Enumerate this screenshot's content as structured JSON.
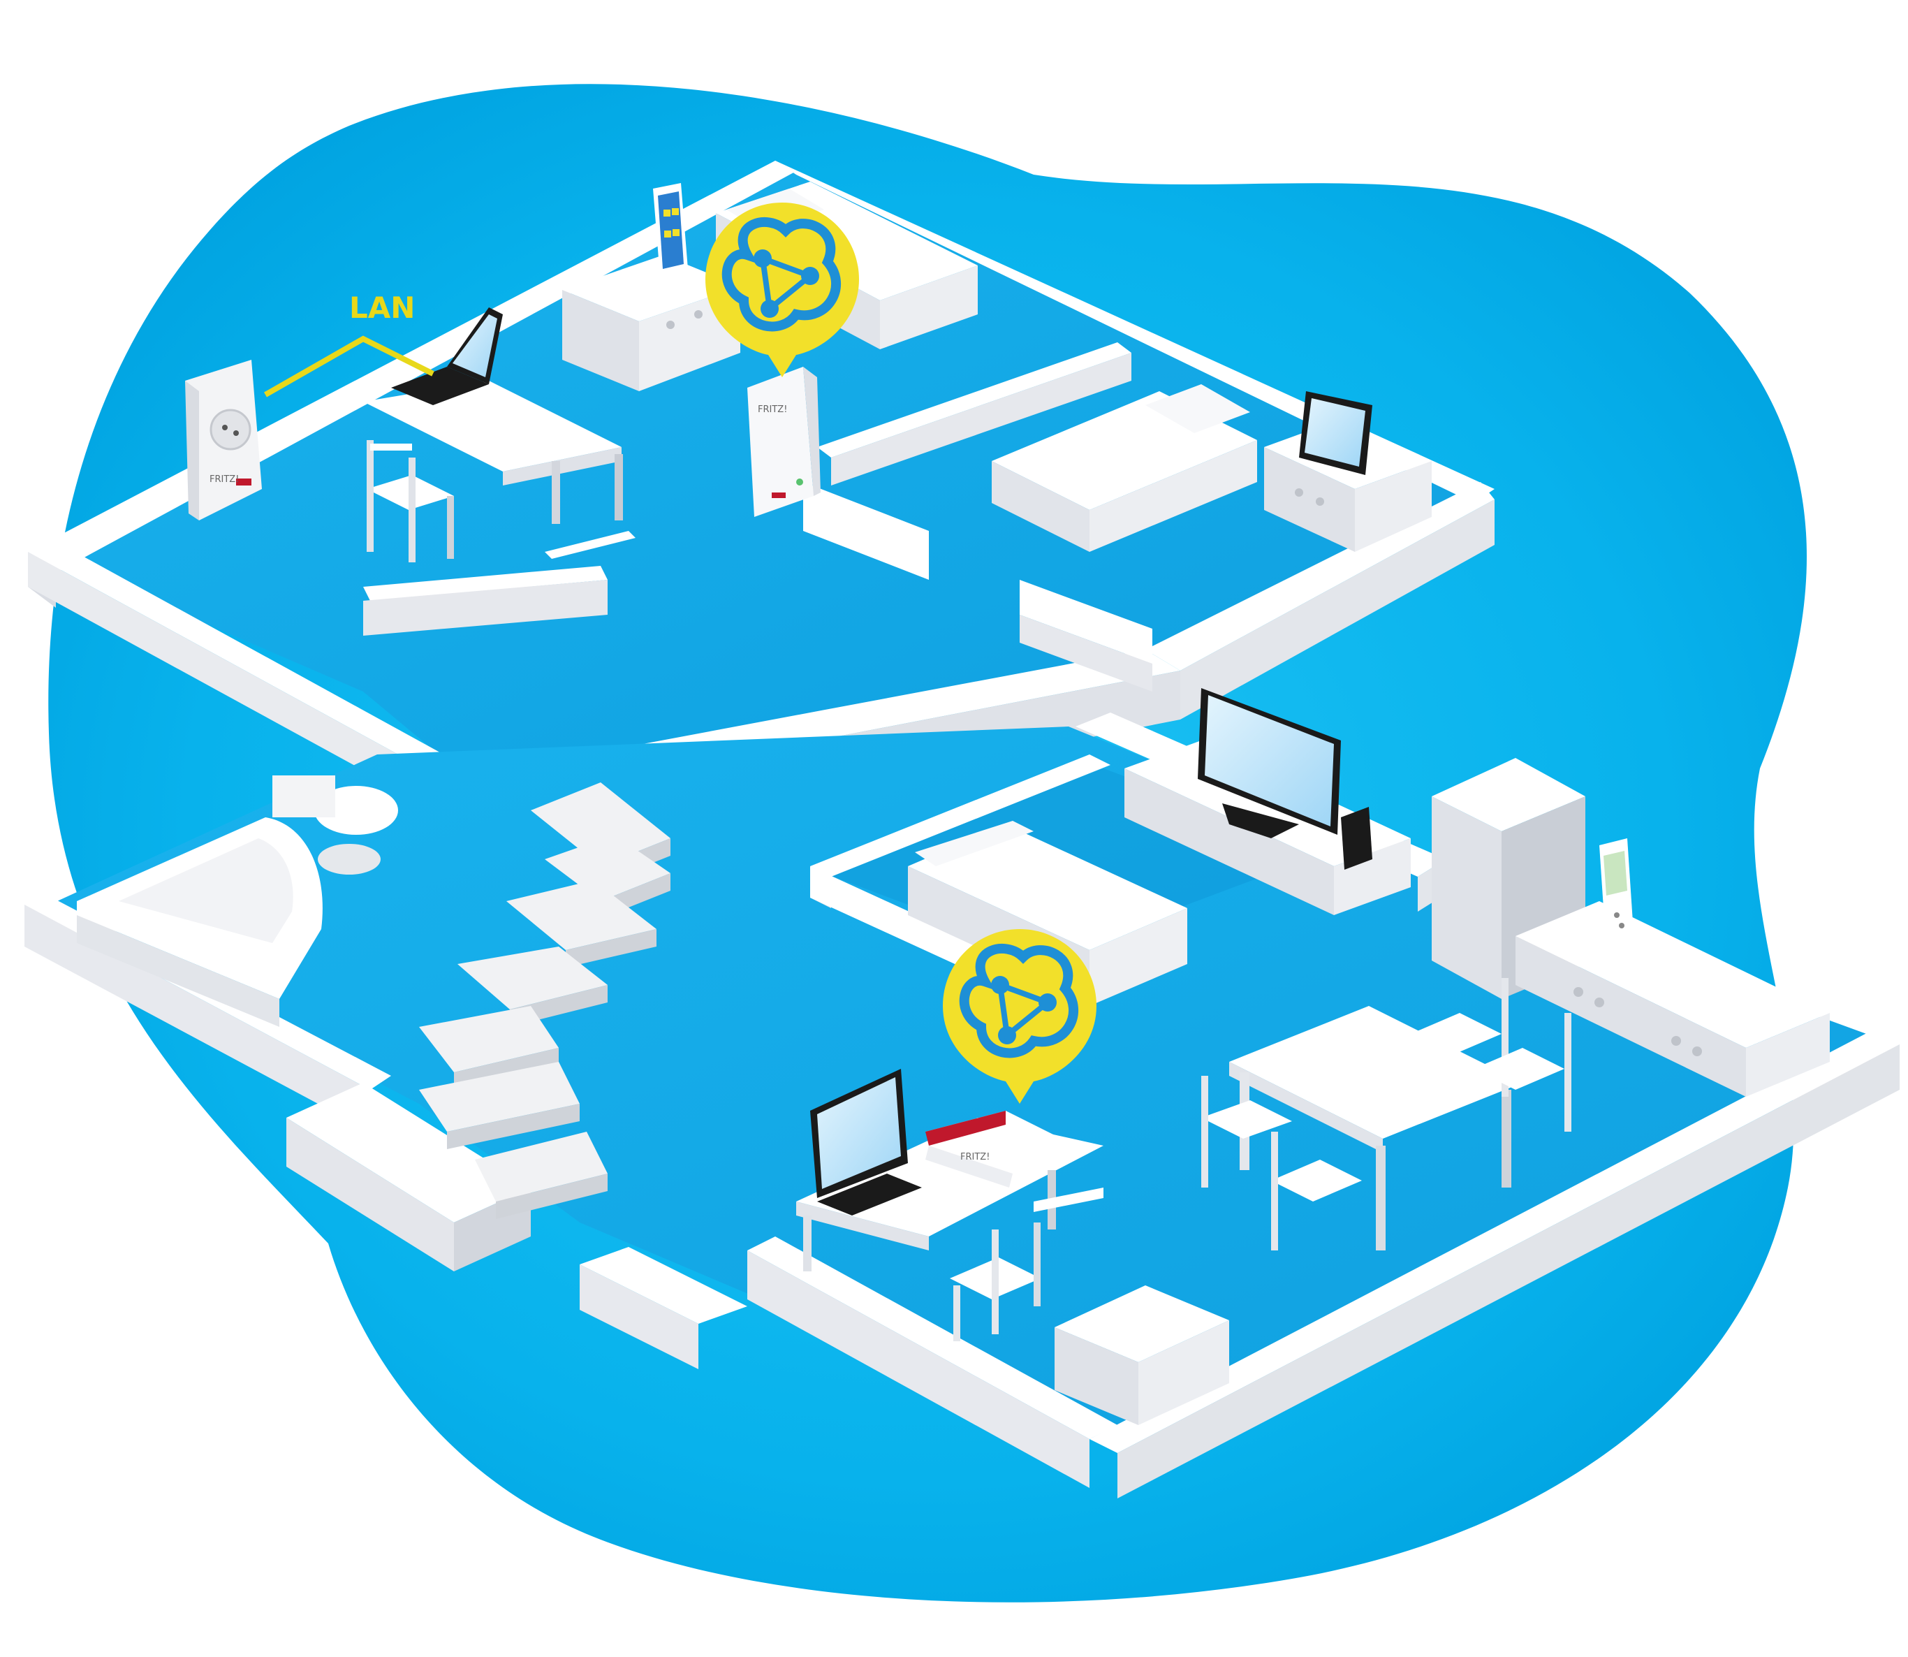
{
  "illustration": {
    "kind": "isometric home network floor plan",
    "lan_label": "LAN",
    "device_brand_text": "FRITZ!",
    "colors": {
      "blob_outer": "#00a8e6",
      "blob_inner": "#19bff2",
      "floor": "#14acea",
      "floor_shadow": "#0d8fcf",
      "wall_top": "#ffffff",
      "wall_side": "#d8dbe2",
      "wall_front": "#eceef2",
      "mesh_badge": "#f2e02a",
      "mesh_badge_ring": "#1e8fd6",
      "lan_cable": "#e8d81a",
      "router_red": "#c0182c",
      "screen": "#bfe6fb",
      "dark": "#1a1a1a"
    },
    "icons": [
      "mesh-pin-icon",
      "mesh-pin-icon"
    ]
  }
}
